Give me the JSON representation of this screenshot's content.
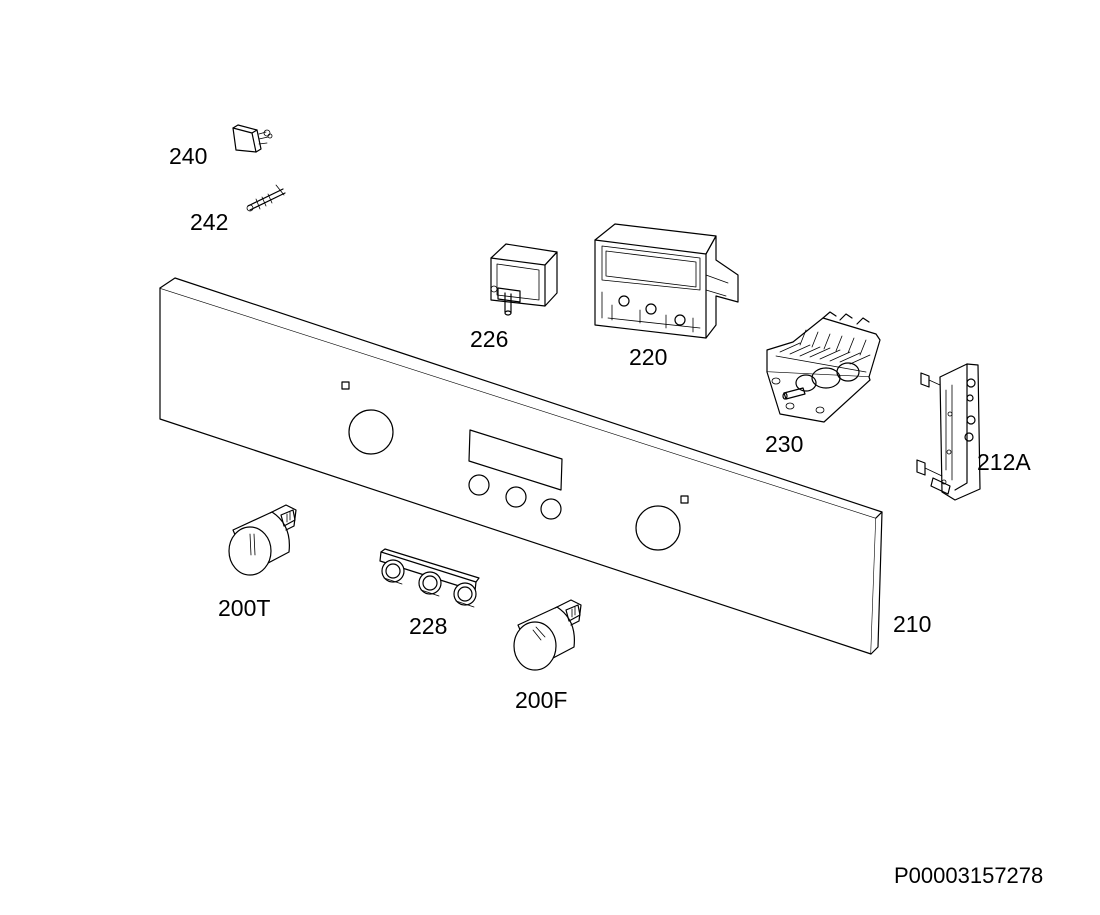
{
  "parts": [
    {
      "id": "240",
      "label": "240"
    },
    {
      "id": "242",
      "label": "242"
    },
    {
      "id": "226",
      "label": "226"
    },
    {
      "id": "220",
      "label": "220"
    },
    {
      "id": "230",
      "label": "230"
    },
    {
      "id": "212A",
      "label": "212A"
    },
    {
      "id": "200T",
      "label": "200T"
    },
    {
      "id": "228",
      "label": "228"
    },
    {
      "id": "210",
      "label": "210"
    },
    {
      "id": "200F",
      "label": "200F"
    }
  ],
  "document_number": "P00003157278"
}
